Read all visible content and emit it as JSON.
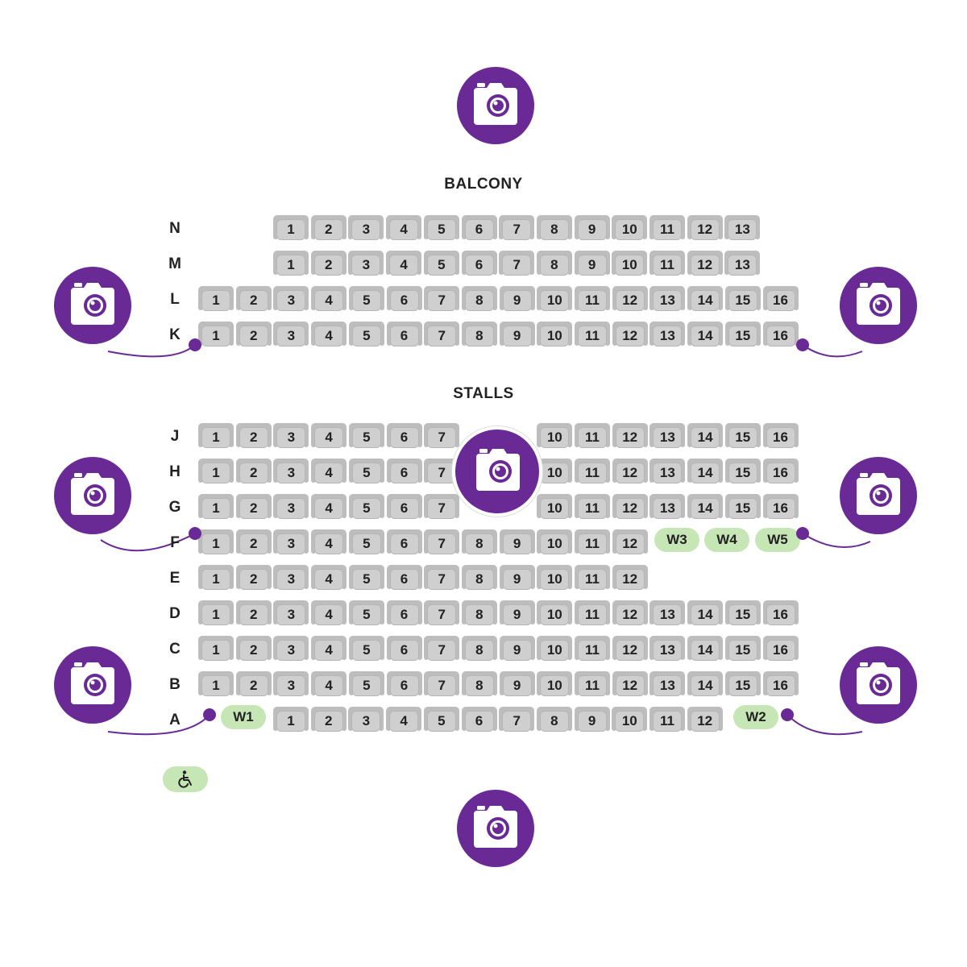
{
  "sections": {
    "balcony": "BALCONY",
    "stalls": "STALLS"
  },
  "rows": [
    {
      "label": "N",
      "seats": [
        "1",
        "2",
        "3",
        "4",
        "5",
        "6",
        "7",
        "8",
        "9",
        "10",
        "11",
        "12",
        "13"
      ]
    },
    {
      "label": "M",
      "seats": [
        "1",
        "2",
        "3",
        "4",
        "5",
        "6",
        "7",
        "8",
        "9",
        "10",
        "11",
        "12",
        "13"
      ]
    },
    {
      "label": "L",
      "seats": [
        "1",
        "2",
        "3",
        "4",
        "5",
        "6",
        "7",
        "8",
        "9",
        "10",
        "11",
        "12",
        "13",
        "14",
        "15",
        "16"
      ]
    },
    {
      "label": "K",
      "seats": [
        "1",
        "2",
        "3",
        "4",
        "5",
        "6",
        "7",
        "8",
        "9",
        "10",
        "11",
        "12",
        "13",
        "14",
        "15",
        "16"
      ]
    },
    {
      "label": "J",
      "seats": [
        "1",
        "2",
        "3",
        "4",
        "5",
        "6",
        "7",
        "10",
        "11",
        "12",
        "13",
        "14",
        "15",
        "16"
      ]
    },
    {
      "label": "H",
      "seats": [
        "1",
        "2",
        "3",
        "4",
        "5",
        "6",
        "7",
        "10",
        "11",
        "12",
        "13",
        "14",
        "15",
        "16"
      ]
    },
    {
      "label": "G",
      "seats": [
        "1",
        "2",
        "3",
        "4",
        "5",
        "6",
        "7",
        "10",
        "11",
        "12",
        "13",
        "14",
        "15",
        "16"
      ]
    },
    {
      "label": "F",
      "seats": [
        "1",
        "2",
        "3",
        "4",
        "5",
        "6",
        "7",
        "8",
        "9",
        "10",
        "11",
        "12"
      ]
    },
    {
      "label": "E",
      "seats": [
        "1",
        "2",
        "3",
        "4",
        "5",
        "6",
        "7",
        "8",
        "9",
        "10",
        "11",
        "12"
      ]
    },
    {
      "label": "D",
      "seats": [
        "1",
        "2",
        "3",
        "4",
        "5",
        "6",
        "7",
        "8",
        "9",
        "10",
        "11",
        "12",
        "13",
        "14",
        "15",
        "16"
      ]
    },
    {
      "label": "C",
      "seats": [
        "1",
        "2",
        "3",
        "4",
        "5",
        "6",
        "7",
        "8",
        "9",
        "10",
        "11",
        "12",
        "13",
        "14",
        "15",
        "16"
      ]
    },
    {
      "label": "B",
      "seats": [
        "1",
        "2",
        "3",
        "4",
        "5",
        "6",
        "7",
        "8",
        "9",
        "10",
        "11",
        "12",
        "13",
        "14",
        "15",
        "16"
      ]
    },
    {
      "label": "A",
      "seats": [
        "1",
        "2",
        "3",
        "4",
        "5",
        "6",
        "7",
        "8",
        "9",
        "10",
        "11",
        "12"
      ]
    }
  ],
  "wheelchair_seats": [
    "W1",
    "W2",
    "W3",
    "W4",
    "W5"
  ],
  "icons": {
    "camera": "camera-icon",
    "wheelchair": "wheelchair-icon"
  },
  "colors": {
    "camera": "#6a2a96",
    "seat": "#cfcfcf",
    "wheelchair_seat": "#c7e6b5"
  }
}
